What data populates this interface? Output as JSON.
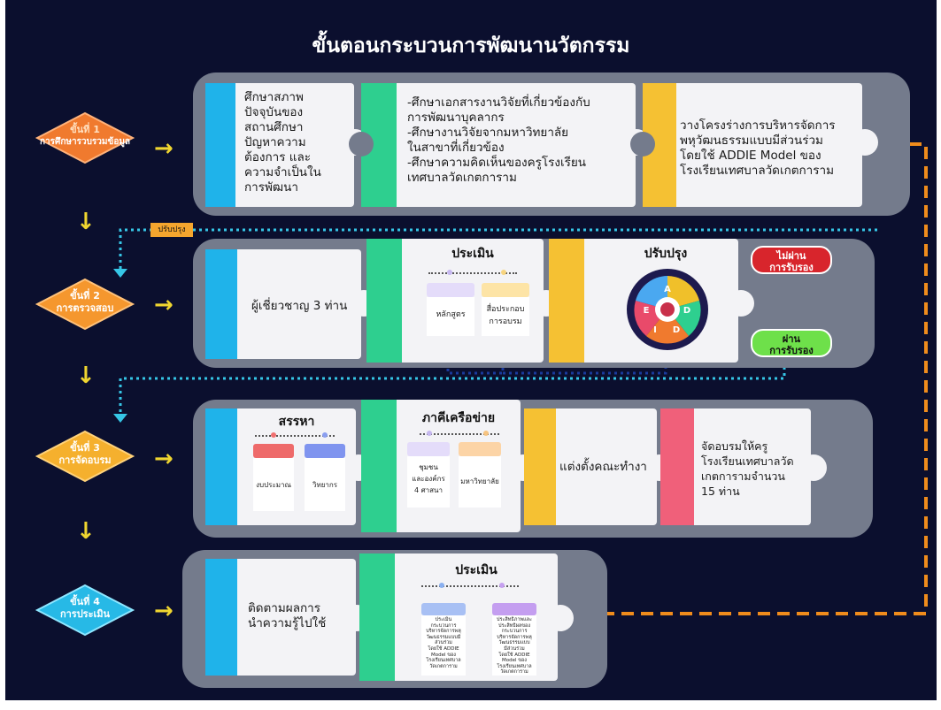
{
  "title": "ขั้นตอนกระบวนการพัฒนานวัตกรรม",
  "colors": {
    "background": "#0b0f2e",
    "blue": "#1fb3ea",
    "green": "#2ecf8f",
    "yellow": "#f5c133",
    "pink": "#f0607a",
    "row_gray": "#747b8c",
    "orange_dash": "#f08c1c",
    "cyan_dotted": "#36c6e6",
    "navy_dotted": "#1a3a9c"
  },
  "steps": [
    {
      "num": "ขั้นที่ 1",
      "name": "การศึกษารวบรวมข้อมูล",
      "color": "#f07a2e"
    },
    {
      "num": "ขั้นที่ 2",
      "name": "การตรวจสอบ",
      "color": "#f5972e"
    },
    {
      "num": "ขั้นที่ 3",
      "name": "การจัดอบรม",
      "color": "#f5b02e"
    },
    {
      "num": "ขั้นที่ 4",
      "name": "การประเมิน",
      "color": "#27b9e6"
    }
  ],
  "row1": {
    "p1": "ศึกษาสภาพ\nปัจจุบันของ\nสถานศึกษา\nปัญหาความ\nต้องการ และ\nความจำเป็นใน\nการพัฒนา",
    "p2": "-ศึกษาเอกสารงานวิจัยที่เกี่ยวข้องกับ\nการพัฒนาบุคลากร\n-ศึกษางานวิจัยจากมหาวิทยาลัย\nในสาขาที่เกี่ยวข้อง\n-ศึกษาความคิดเห็นของครูโรงเรียน\nเทศบาลวัดเกตการาม",
    "p3": "วางโครงร่างการบริหารจัดการ\nพหุวัฒนธรรมแบบมีส่วนร่วม\n โดยใช้ ADDIE Model ของ\nโรงเรียนเทศบาลวัดเกตการาม"
  },
  "row2": {
    "p1": "ผู้เชี่ยวชาญ 3 ท่าน",
    "eval_title": "ประเมิน",
    "eval_items": [
      "หลักสูตร",
      "สื่อประกอบ\nการอบรม"
    ],
    "improve_title": "ปรับปรุง",
    "addie_letters": [
      "A",
      "D",
      "D",
      "I",
      "E"
    ],
    "fail_badge": "ไม่ผ่าน\nการรับรอง",
    "pass_badge": "ผ่าน\nการรับรอง",
    "revise_tag": "ปรับปรุง"
  },
  "row3": {
    "recruit_title": "สรรหา",
    "recruit_items": [
      "งบประมาณ",
      "วิทยากร"
    ],
    "network_title": "ภาคีเครือข่าย",
    "network_items": [
      "ชุมชน\nและองค์กร\n4 ศาสนา",
      "มหาวิทยาลัย"
    ],
    "p3": "แต่งตั้งคณะทำงาน",
    "p4": "จัดอบรมให้ครู\nโรงเรียนเทศบาลวัด\nเกตการามจำนวน\n15 ท่าน"
  },
  "row4": {
    "p1": "ติดตามผลการ\nนำความรู้ไปใช้",
    "eval_title": "ประเมิน",
    "eval_items": [
      "ประเมิน\nกระบวนการ\nบริหารจัดการพหุ\nวัฒนธรรมแบบมี\nส่วนร่วม\nโดยใช้ ADDIE\nModel ของ\nโรงเรียนเทศบาล\nวัดเกตการาม",
      "ประสิทธิภาพและ\nประสิทธิผลของ\nกระบวนการ\nบริหารจัดการพหุ\nวัฒนธรรมแบบ\nมีส่วนร่วม\nโดยใช้ ADDIE\nModel ของ\nโรงเรียนเทศบาล\nวัดเกตการาม"
    ]
  }
}
